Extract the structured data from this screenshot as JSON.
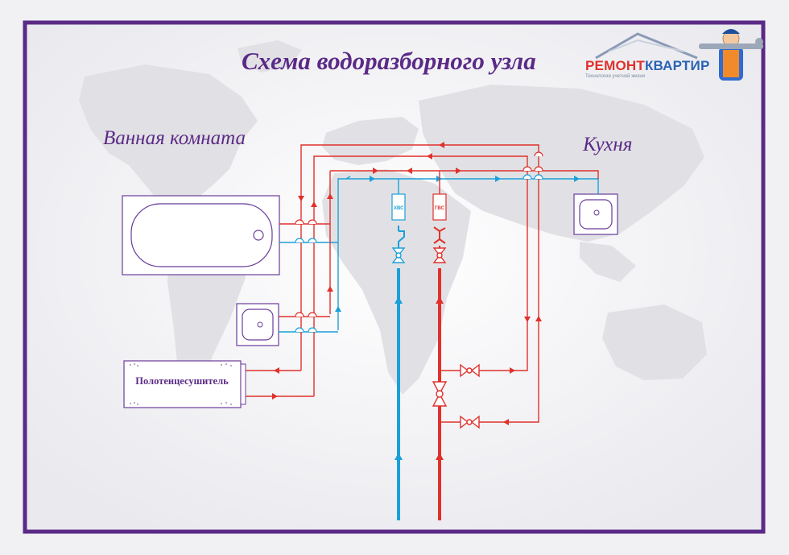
{
  "title": "Схема водоразборного узла",
  "rooms": {
    "bathroom": "Ванная комната",
    "kitchen": "Кухня"
  },
  "towel_dryer": {
    "label": "Полотенцесушитель"
  },
  "meters": {
    "cold": "ХВС",
    "hot": "ГВС"
  },
  "logo": {
    "part1": "РЕМОНТ",
    "part2": "КВАРТИР",
    "tagline": "Технологии учетной жизни"
  },
  "colors": {
    "frame": "#5b2a86",
    "hot_pipe": "#e0312b",
    "cold_pipe": "#1aa0d8",
    "fixture": "#6a3c9a",
    "map": "#e2e2e6"
  },
  "icons": {
    "bathtub": "bathtub-icon",
    "sink": "sink-icon",
    "valve": "valve-icon",
    "filter": "filter-icon",
    "meter": "water-meter-icon",
    "plumber": "plumber-mascot-icon",
    "house": "house-roof-icon"
  }
}
